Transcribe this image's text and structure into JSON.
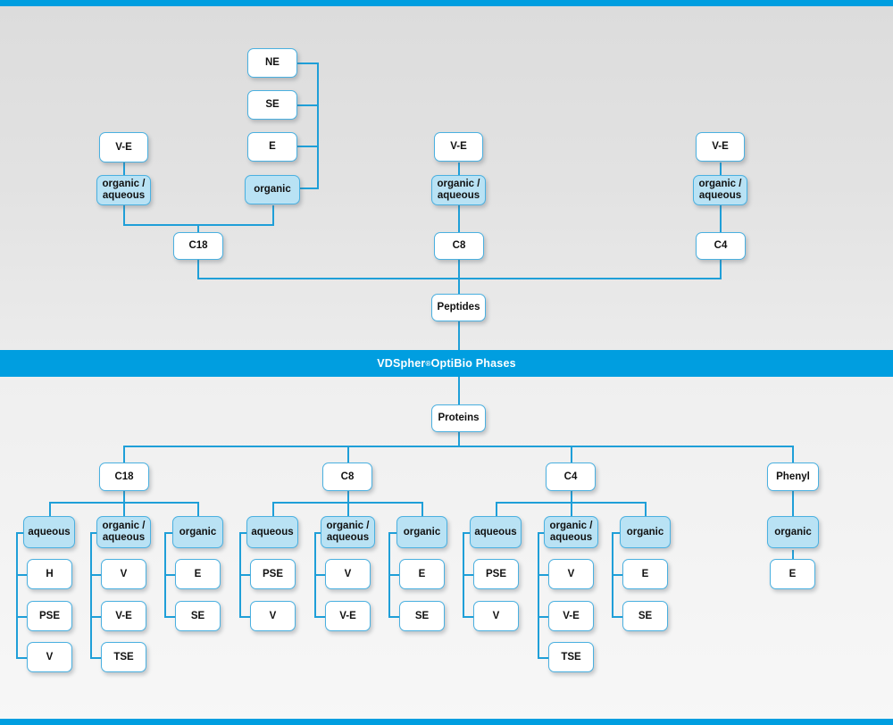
{
  "banner": {
    "text_before": "VDSpher",
    "trademark": "®",
    "text_after": " OptiBio Phases"
  },
  "colors": {
    "accent": "#009ee0",
    "line": "#1f9fd8",
    "node_border": "#4ab0e0",
    "node_fill": "#ffffff",
    "node_fill_highlight": "#b9e2f4",
    "background_top": "#dcdcdc",
    "background_bottom": "#f7f7f7",
    "text": "#111111",
    "banner_text": "#ffffff"
  },
  "peptides_section": {
    "root": "Peptides",
    "branches": [
      {
        "name": "C18",
        "label": "C18",
        "groups": [
          {
            "label": "organic /\naqueous",
            "highlight": true,
            "parent": "V-E",
            "children": []
          },
          {
            "label": "organic",
            "highlight": true,
            "children": [
              "NE",
              "SE",
              "E"
            ]
          }
        ]
      },
      {
        "name": "C8",
        "label": "C8",
        "groups": [
          {
            "label": "organic /\naqueous",
            "highlight": true,
            "parent": "V-E",
            "children": []
          }
        ]
      },
      {
        "name": "C4",
        "label": "C4",
        "groups": [
          {
            "label": "organic /\naqueous",
            "highlight": true,
            "parent": "V-E",
            "children": []
          }
        ]
      }
    ]
  },
  "proteins_section": {
    "root": "Proteins",
    "branches": [
      {
        "label": "C18",
        "columns": [
          {
            "label": "aqueous",
            "highlight": true,
            "items": [
              "H",
              "PSE",
              "V"
            ]
          },
          {
            "label": "organic /\naqueous",
            "highlight": true,
            "items": [
              "V",
              "V-E",
              "TSE"
            ]
          },
          {
            "label": "organic",
            "highlight": true,
            "items": [
              "E",
              "SE"
            ]
          }
        ]
      },
      {
        "label": "C8",
        "columns": [
          {
            "label": "aqueous",
            "highlight": true,
            "items": [
              "PSE",
              "V"
            ]
          },
          {
            "label": "organic /\naqueous",
            "highlight": true,
            "items": [
              "V",
              "V-E"
            ]
          },
          {
            "label": "organic",
            "highlight": true,
            "items": [
              "E",
              "SE"
            ]
          }
        ]
      },
      {
        "label": "C4",
        "columns": [
          {
            "label": "aqueous",
            "highlight": true,
            "items": [
              "PSE",
              "V"
            ]
          },
          {
            "label": "organic /\naqueous",
            "highlight": true,
            "items": [
              "V",
              "V-E",
              "TSE"
            ]
          },
          {
            "label": "organic",
            "highlight": true,
            "items": [
              "E",
              "SE"
            ]
          }
        ]
      },
      {
        "label": "Phenyl",
        "columns": [
          {
            "label": "organic",
            "highlight": true,
            "items": [
              "E"
            ]
          }
        ]
      }
    ]
  },
  "nodes": {
    "top_c18_ve": "V-E",
    "top_c18_orgaq": "organic /\naqueous",
    "top_ne": "NE",
    "top_se": "SE",
    "top_e": "E",
    "top_organic": "organic",
    "top_c18": "C18",
    "top_c8_ve": "V-E",
    "top_c8_orgaq": "organic /\naqueous",
    "top_c8": "C8",
    "top_c4_ve": "V-E",
    "top_c4_orgaq": "organic /\naqueous",
    "top_c4": "C4",
    "peptides": "Peptides",
    "proteins": "Proteins",
    "b_c18": "C18",
    "b_c8": "C8",
    "b_c4": "C4",
    "b_phenyl": "Phenyl",
    "c18_aqueous": "aqueous",
    "c18_aq_1": "H",
    "c18_aq_2": "PSE",
    "c18_aq_3": "V",
    "c18_orgaq": "organic /\naqueous",
    "c18_oa_1": "V",
    "c18_oa_2": "V-E",
    "c18_oa_3": "TSE",
    "c18_org": "organic",
    "c18_o_1": "E",
    "c18_o_2": "SE",
    "c8_aqueous": "aqueous",
    "c8_aq_1": "PSE",
    "c8_aq_2": "V",
    "c8_orgaq": "organic /\naqueous",
    "c8_oa_1": "V",
    "c8_oa_2": "V-E",
    "c8_org": "organic",
    "c8_o_1": "E",
    "c8_o_2": "SE",
    "c4_aqueous": "aqueous",
    "c4_aq_1": "PSE",
    "c4_aq_2": "V",
    "c4_orgaq": "organic /\naqueous",
    "c4_oa_1": "V",
    "c4_oa_2": "V-E",
    "c4_oa_3": "TSE",
    "c4_org": "organic",
    "c4_o_1": "E",
    "c4_o_2": "SE",
    "phenyl_org": "organic",
    "phenyl_o_1": "E"
  }
}
